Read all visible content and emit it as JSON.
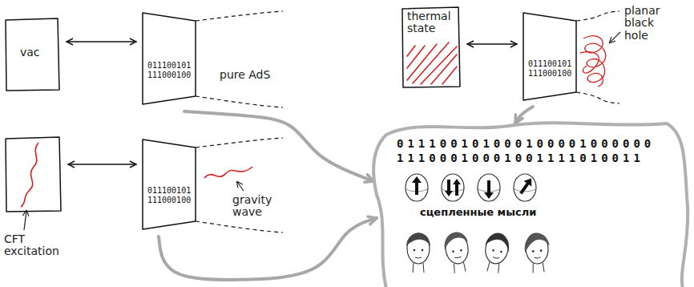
{
  "diagram": {
    "nodes": [
      {
        "text": [
          "vac"
        ]
      },
      {
        "text": [
          "011100101 111000100",
          "pure AdS"
        ]
      },
      {
        "text": [
          "thermal state"
        ]
      },
      {
        "text": [
          "011100101 111000100",
          "planar black hole"
        ]
      },
      {
        "text": [
          "CFT excitation"
        ]
      },
      {
        "text": [
          "011100101 111000100",
          "gravity wave"
        ]
      },
      {
        "text": [
          "011100101000100001000000 11100010001001111010011",
          "сцепленные мысли"
        ]
      }
    ],
    "edges": [
      {
        "from": 0,
        "to": 1,
        "arrow": "both"
      },
      {
        "from": 2,
        "to": 3,
        "arrow": "both"
      },
      {
        "from": 4,
        "to": 5,
        "arrow": "both"
      },
      {
        "from": 1,
        "to": 6,
        "arrow": "to"
      },
      {
        "from": 5,
        "to": 6,
        "arrow": "to"
      },
      {
        "from": 3,
        "to": 6,
        "arrow": "to"
      }
    ]
  }
}
